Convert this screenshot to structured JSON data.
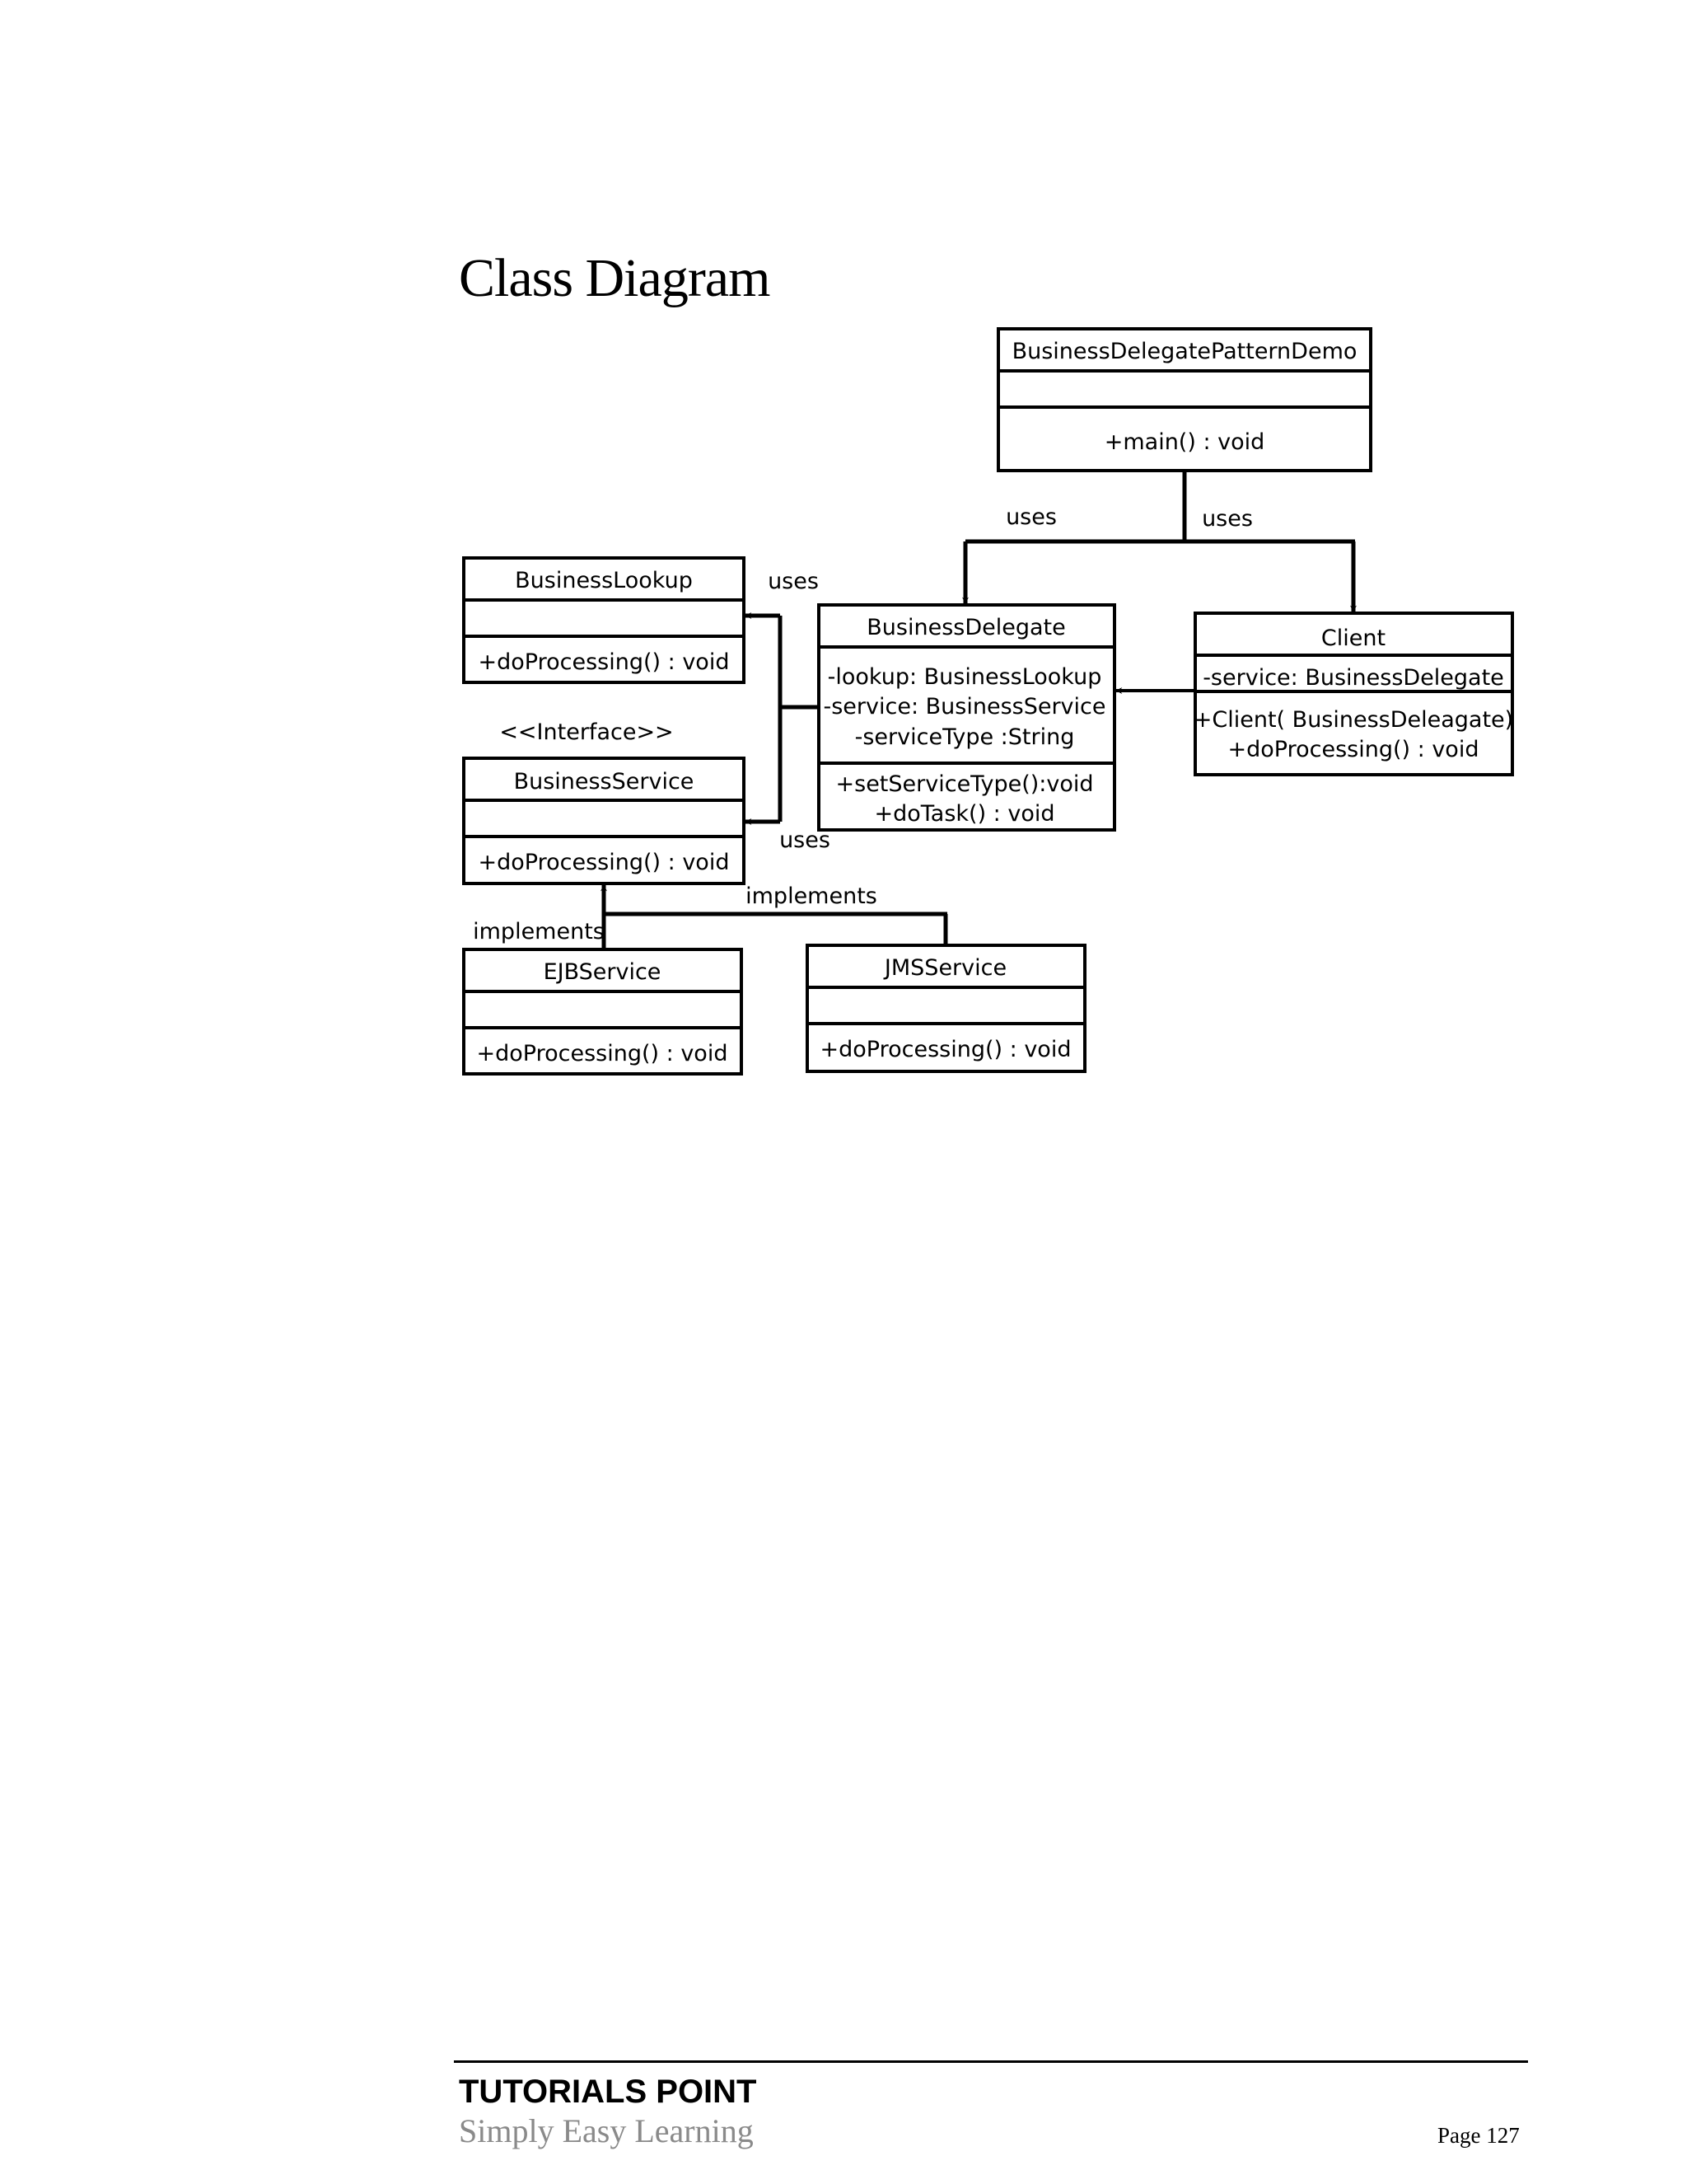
{
  "heading": "Class Diagram",
  "classes": {
    "demo": {
      "name": "BusinessDelegatePatternDemo",
      "attributes": [],
      "methods": [
        "+main()  : void"
      ]
    },
    "lookup": {
      "name": "BusinessLookup",
      "attributes": [],
      "methods": [
        "+doProcessing()   : void"
      ]
    },
    "delegate": {
      "name": "BusinessDelegate",
      "attributes": [
        "-lookup:  BusinessLookup",
        "-service:  BusinessService",
        "-serviceType   :String"
      ],
      "methods": [
        "+setServiceType():void",
        "+doTask()  : void"
      ]
    },
    "client": {
      "name": "Client",
      "attributes": [
        "-service:  BusinessDelegate"
      ],
      "methods": [
        "+Client(  BusinessDeleagate)",
        "+doProcessing()   : void"
      ]
    },
    "service": {
      "stereotype": "<<Interface>>",
      "name": "BusinessService",
      "attributes": [],
      "methods": [
        "+doProcessing()   : void"
      ]
    },
    "ejb": {
      "name": "EJBService",
      "attributes": [],
      "methods": [
        "+doProcessing()   : void"
      ]
    },
    "jms": {
      "name": "JMSService",
      "attributes": [],
      "methods": [
        "+doProcessing()   : void"
      ]
    }
  },
  "relations": {
    "demo_delegate": "uses",
    "demo_client": "uses",
    "delegate_lookup": "uses",
    "delegate_service": "uses",
    "ejb_implements": "implements",
    "jms_implements": "implements"
  },
  "footer": {
    "brand": "TUTORIALS POINT",
    "tagline": "Simply Easy Learning",
    "page": "Page 127"
  }
}
